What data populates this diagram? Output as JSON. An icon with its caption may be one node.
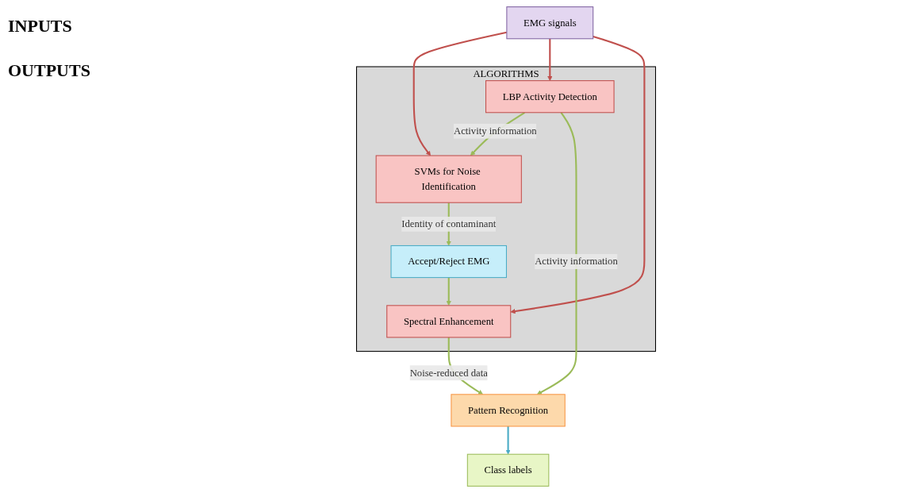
{
  "diagram": {
    "nodes": [
      {
        "text": [
          "EMG signals"
        ]
      },
      {
        "text": [
          "ALGORITHMS"
        ]
      },
      {
        "text": [
          "SVMs for Noise Identification"
        ],
        "in": 1
      },
      {
        "text": [
          "LBP Activity Detection"
        ],
        "in": 1
      },
      {
        "text": [
          "Accept/Reject EMG"
        ],
        "in": 1
      },
      {
        "text": [
          "Spectral Enhancement"
        ],
        "in": 1
      },
      {
        "text": [
          "Class labels"
        ]
      },
      {
        "text": [
          "Pattern Recognition"
        ]
      }
    ],
    "edges": [
      {
        "from": 0,
        "to": 2,
        "arrow": "to",
        "color": "#c0504d"
      },
      {
        "from": 0,
        "to": 3,
        "arrow": "to",
        "color": "#c0504d"
      },
      {
        "from": 0,
        "to": 5,
        "arrow": "to",
        "color": "#c0504d"
      },
      {
        "from": 3,
        "to": 2,
        "label": "Activity information",
        "arrow": "to"
      },
      {
        "from": 3,
        "to": 7,
        "label": "Activity information",
        "arrow": "to"
      },
      {
        "from": 2,
        "to": 4,
        "label": "Identity of contaminant",
        "arrow": "to"
      },
      {
        "from": 4,
        "to": 5,
        "arrow": "to"
      },
      {
        "from": 5,
        "to": 7,
        "label": "Noise-reduced data",
        "arrow": "to"
      },
      {
        "from": 7,
        "to": 6,
        "arrow": "to",
        "color": "#4bacc6"
      }
    ],
    "labels": [
      "INPUTS",
      "OUTPUTS"
    ]
  }
}
